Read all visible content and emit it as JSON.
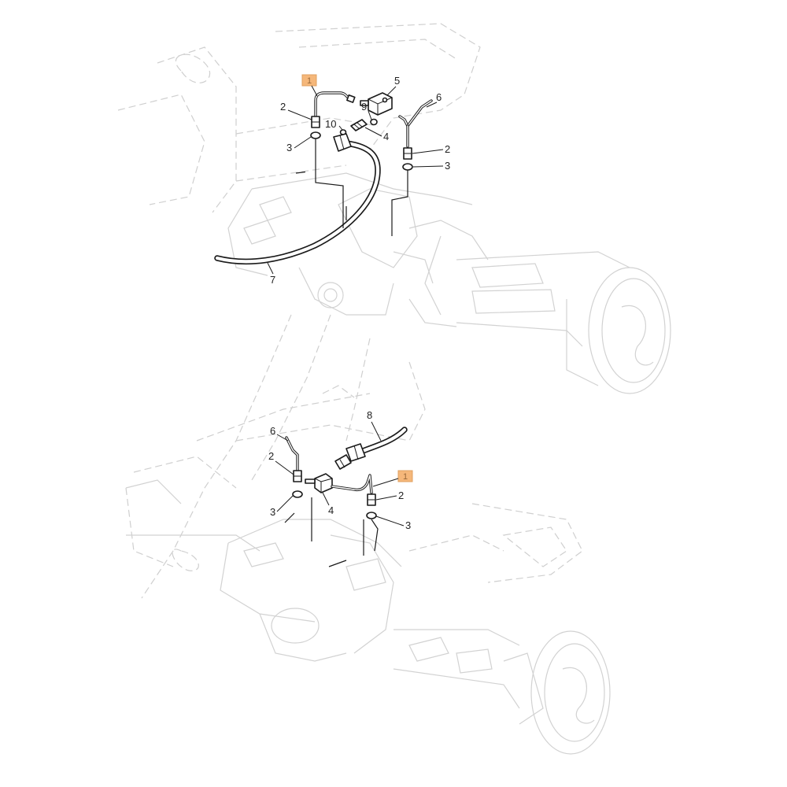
{
  "diagram": {
    "highlight_color": "#f5b77a",
    "top_assembly": {
      "callouts": {
        "c1": "1",
        "c2a": "2",
        "c2b": "2",
        "c3a": "3",
        "c3b": "3",
        "c4": "4",
        "c5": "5",
        "c6": "6",
        "c7": "7",
        "c9": "9",
        "c10": "10"
      }
    },
    "bottom_assembly": {
      "callouts": {
        "c1": "1",
        "c2a": "2",
        "c2b": "2",
        "c3a": "3",
        "c3b": "3",
        "c4": "4",
        "c6": "6",
        "c8": "8"
      }
    }
  }
}
